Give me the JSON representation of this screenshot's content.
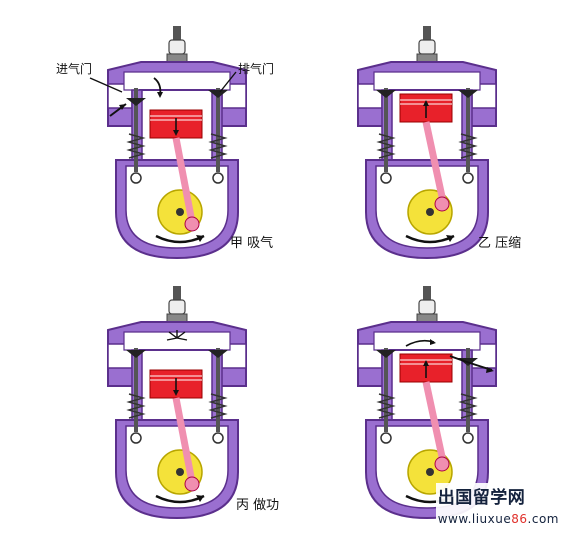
{
  "labels": {
    "intake_valve": "进气门",
    "exhaust_valve": "排气门"
  },
  "strokes": [
    {
      "id": "intake",
      "caption": "甲  吸气",
      "piston": "down",
      "intake_open": true,
      "exhaust_open": false,
      "spark": false
    },
    {
      "id": "compression",
      "caption": "乙  压缩",
      "piston": "up",
      "intake_open": false,
      "exhaust_open": false,
      "spark": false
    },
    {
      "id": "power",
      "caption": "丙  做功",
      "piston": "down",
      "intake_open": false,
      "exhaust_open": false,
      "spark": true
    },
    {
      "id": "exhaust",
      "caption": "",
      "piston": "up",
      "intake_open": false,
      "exhaust_open": true,
      "spark": false
    }
  ],
  "watermark": {
    "text_main": "出国留学网",
    "text_url_a": "www.liuxue",
    "text_url_b": "86",
    "text_url_c": ".com"
  },
  "colors": {
    "casing": "#9a6fd0",
    "casing_dark": "#5b2f8c",
    "piston": "#e8212a",
    "rod": "#f08fb0",
    "crank": "#f4e23a",
    "metal": "#6a6a6a",
    "spring": "#333333",
    "arrow": "#111111"
  }
}
